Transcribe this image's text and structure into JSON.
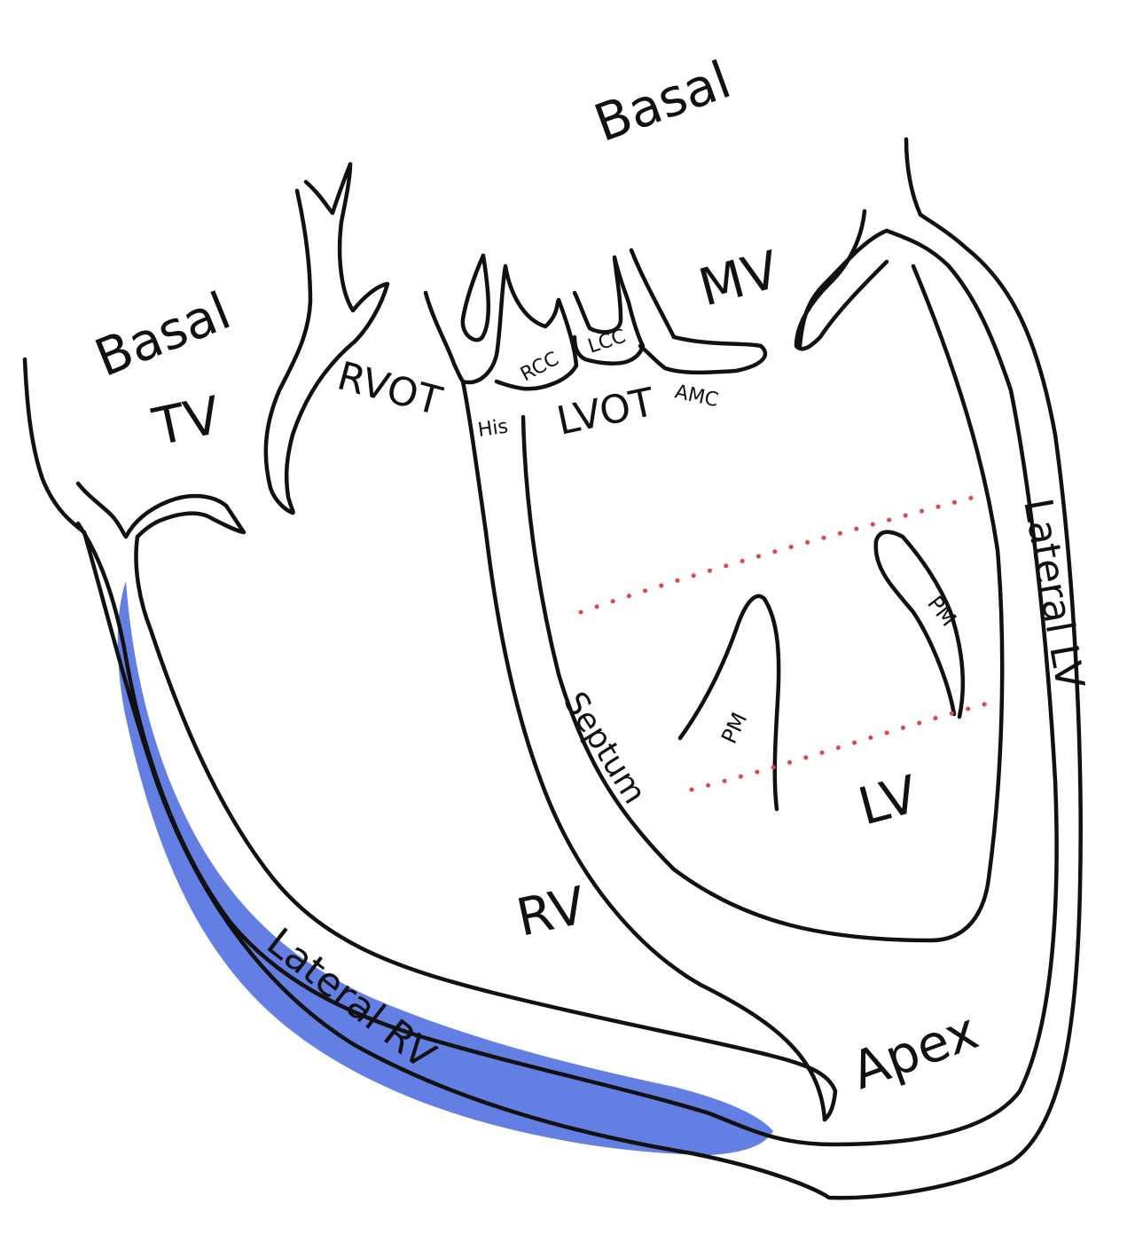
{
  "colors": {
    "outline": "#111111",
    "lateral_rv_fill": "#4a6ae0",
    "level_markers": "#e0464b",
    "background": "#ffffff"
  },
  "labels": {
    "basal_top": "Basal",
    "basal_left": "Basal",
    "tv": "TV",
    "rvot": "RVOT",
    "his": "His",
    "rcc": "RCC",
    "lcc": "LCC",
    "lvot": "LVOT",
    "amc": "AMC",
    "mv": "MV",
    "lateral_lv": "Lateral LV",
    "pm_right": "PM",
    "pm_left": "PM",
    "septum": "Septum",
    "lv": "LV",
    "rv": "RV",
    "lateral_rv": "Lateral RV",
    "apex": "Apex"
  }
}
